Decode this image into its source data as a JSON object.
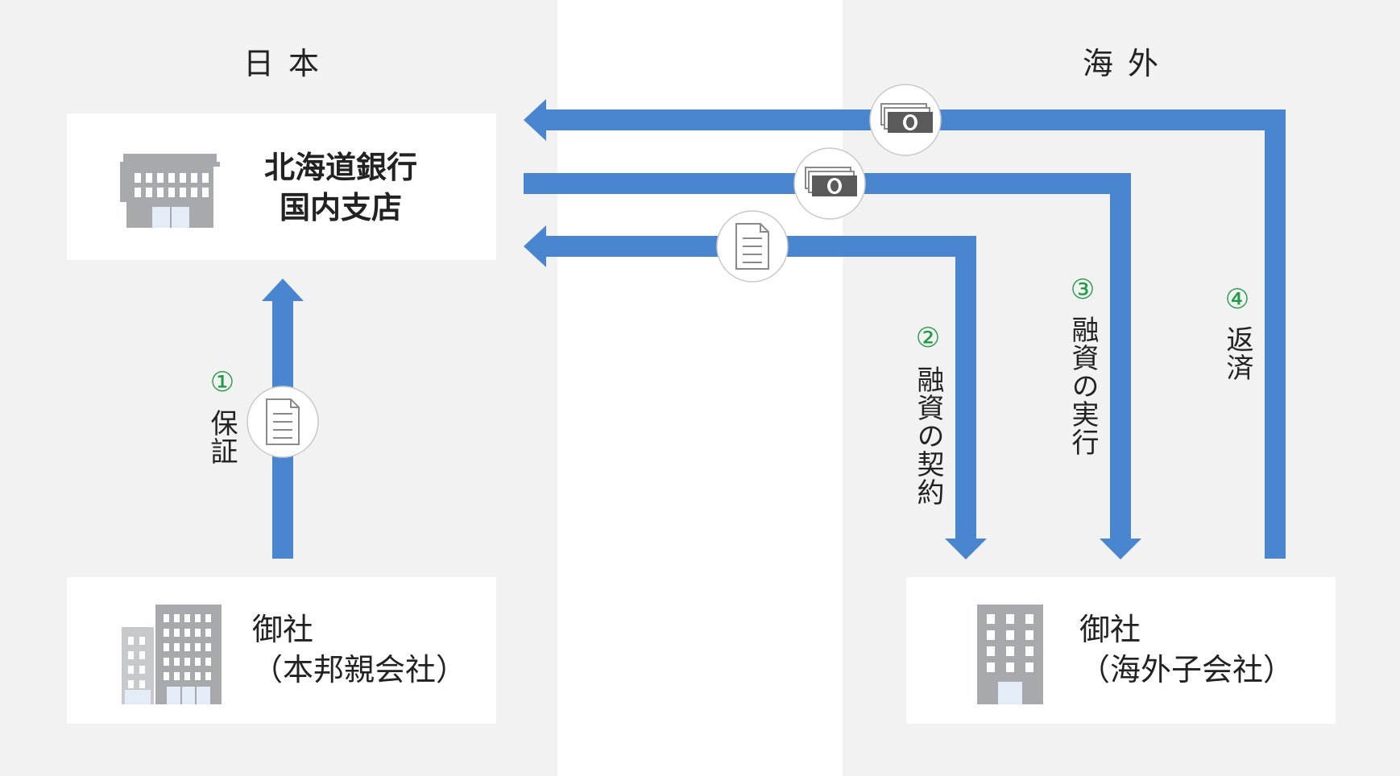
{
  "regions": {
    "japan": "日本",
    "overseas": "海外"
  },
  "boxes": {
    "bank": {
      "line1": "北海道銀行",
      "line2": "国内支店"
    },
    "parent": {
      "line1": "御社",
      "line2": "（本邦親会社）"
    },
    "subsidiary": {
      "line1": "御社",
      "line2": "（海外子会社）"
    }
  },
  "steps": [
    {
      "number": "①",
      "label": "保証",
      "icon": "document-icon"
    },
    {
      "number": "②",
      "label": "融資の契約",
      "icon": "document-icon"
    },
    {
      "number": "③",
      "label": "融資の実行",
      "icon": "banknote-icon"
    },
    {
      "number": "④",
      "label": "返済",
      "icon": "banknote-icon"
    }
  ],
  "colors": {
    "region_bg": "#f2f2f2",
    "arrow": "#4a86cf",
    "step_number": "#1f9a47",
    "building": "#a7a9ac",
    "building_window": "#ffffff",
    "building_door": "#e3ecf7"
  }
}
